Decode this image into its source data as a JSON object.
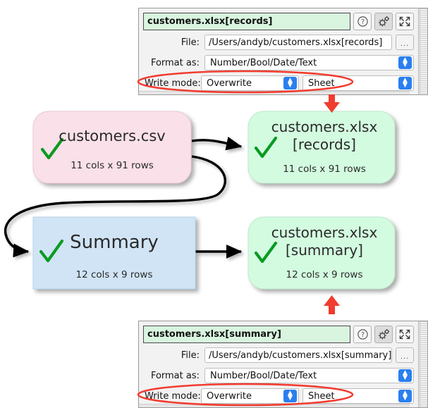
{
  "colors": {
    "node_source_fill": "#fae0e8",
    "node_target_fill": "#d3fbe0",
    "node_calc_fill": "#d0e4f5",
    "check_green": "#0a9b22",
    "annotation_red": "#f23b2f",
    "title_field_fill": "#d9f5e0",
    "stepper_blue": "#2a7ff0"
  },
  "graph": {
    "nodes": [
      {
        "id": "customers-csv",
        "title": "customers.csv",
        "title2": "",
        "subtitle": "11 cols x 91 rows",
        "status_icon": "check-icon",
        "shape": "rounded",
        "fill": "#fae0e8"
      },
      {
        "id": "customers-xlsx-records",
        "title": "customers.xlsx",
        "title2": "[records]",
        "subtitle": "11 cols x 91 rows",
        "status_icon": "check-icon",
        "shape": "rounded",
        "fill": "#d3fbe0"
      },
      {
        "id": "summary",
        "title": "Summary",
        "title2": "",
        "subtitle": "12 cols x 9 rows",
        "status_icon": "check-icon",
        "shape": "rect",
        "fill": "#d0e4f5"
      },
      {
        "id": "customers-xlsx-summary",
        "title": "customers.xlsx",
        "title2": "[summary]",
        "subtitle": "12 cols x 9 rows",
        "status_icon": "check-icon",
        "shape": "rounded",
        "fill": "#d3fbe0"
      }
    ],
    "edges": [
      {
        "from": "customers-csv",
        "to": "customers-xlsx-records",
        "style": "straight"
      },
      {
        "from": "customers-csv",
        "to": "summary",
        "style": "curved"
      },
      {
        "from": "summary",
        "to": "customers-xlsx-summary",
        "style": "straight"
      }
    ]
  },
  "panels": [
    {
      "id": "panel-records",
      "title": "customers.xlsx[records]",
      "buttons": {
        "help": "?",
        "gear": "gear-icon",
        "expand": "expand-icon"
      },
      "fields": {
        "file_label": "File:",
        "file_value": "/Users/andyb/customers.xlsx[records]",
        "browse_label": "...",
        "format_label": "Format as:",
        "format_value": "Number/Bool/Date/Text",
        "write_label": "Write mode:",
        "write_value": "Overwrite",
        "sheet_value": "Sheet"
      }
    },
    {
      "id": "panel-summary",
      "title": "customers.xlsx[summary]",
      "buttons": {
        "help": "?",
        "gear": "gear-icon",
        "expand": "expand-icon"
      },
      "fields": {
        "file_label": "File:",
        "file_value": "/Users/andyb/customers.xlsx[summary]",
        "browse_label": "...",
        "format_label": "Format as:",
        "format_value": "Number/Bool/Date/Text",
        "write_label": "Write mode:",
        "write_value": "Overwrite",
        "sheet_value": "Sheet"
      }
    }
  ],
  "annotations": {
    "ellipse_top": "highlight-write-mode-row-top",
    "ellipse_bottom": "highlight-write-mode-row-bottom",
    "arrow_top": "red-arrow-down-to-records-node",
    "arrow_bottom": "red-arrow-up-to-summary-node"
  }
}
